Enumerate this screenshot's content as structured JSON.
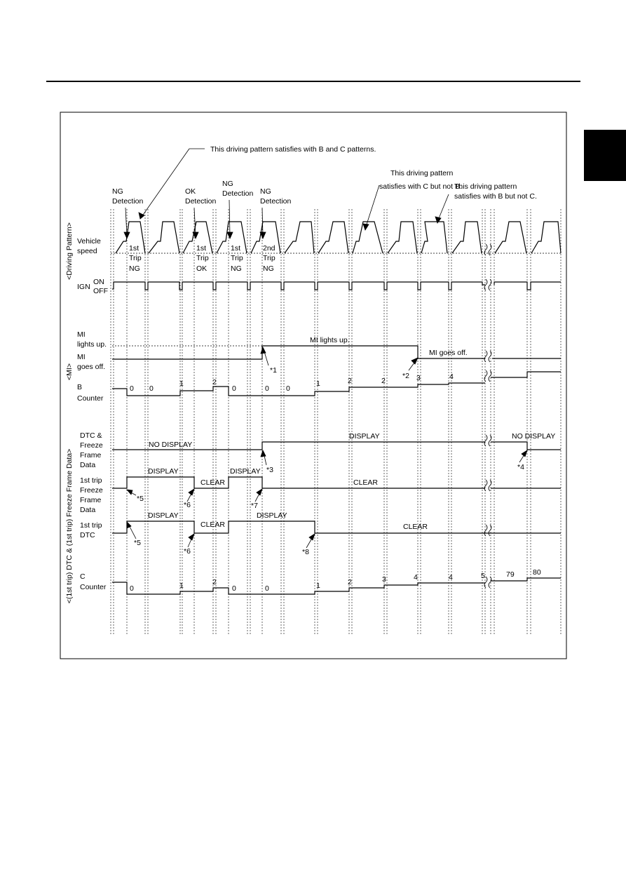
{
  "sections": {
    "driving_pattern": "<Driving Pattern>",
    "mi": "<MI>",
    "dtc_freeze": "<(1st trip) DTC & (1st trip) Freeze Frame Data>"
  },
  "row_labels": {
    "vehicle_speed": [
      "Vehicle",
      "speed"
    ],
    "ign": "IGN",
    "ign_on": "ON",
    "ign_off": "OFF",
    "mi_lights_up": [
      "MI",
      "lights up."
    ],
    "mi_goes_off": [
      "MI",
      "goes off."
    ],
    "b_counter": [
      "B",
      "Counter"
    ],
    "dtc_freeze": [
      "DTC &",
      "Freeze",
      "Frame",
      "Data"
    ],
    "first_trip_freeze": [
      "1st trip",
      "Freeze",
      "Frame",
      "Data"
    ],
    "first_trip_dtc": [
      "1st trip",
      "DTC"
    ],
    "c_counter": [
      "C",
      "Counter"
    ]
  },
  "callouts": {
    "bc": "This driving pattern satisfies with B and C patterns.",
    "c_not_b": [
      "This driving pattern",
      "satisfies with C but not B."
    ],
    "b_not_c": [
      "This driving pattern",
      "satisfies with B but not C."
    ]
  },
  "detections": [
    [
      "NG",
      "Detection"
    ],
    [
      "OK",
      "Detection"
    ],
    [
      "NG",
      "Detection"
    ],
    [
      "NG",
      "Detection"
    ]
  ],
  "trips": [
    [
      "1st",
      "Trip",
      "NG"
    ],
    [
      "1st",
      "Trip",
      "OK"
    ],
    [
      "1st",
      "Trip",
      "NG"
    ],
    [
      "2nd",
      "Trip",
      "NG"
    ]
  ],
  "states": {
    "mi_lights_up": "MI lights up.",
    "mi_goes_off": "MI goes off.",
    "no_display": "NO DISPLAY",
    "display": "DISPLAY",
    "clear": "CLEAR"
  },
  "b_counter_values": [
    "0",
    "0",
    "1",
    "2",
    "0",
    "0",
    "0",
    "1",
    "2",
    "2",
    "3",
    "4"
  ],
  "c_counter_values": [
    "0",
    "1",
    "2",
    "0",
    "0",
    "1",
    "2",
    "3",
    "4",
    "4",
    "5",
    "79",
    "80"
  ],
  "notes": [
    "*1",
    "*2",
    "*3",
    "*4",
    "*5",
    "*6",
    "*7",
    "*8",
    "*5",
    "*6"
  ]
}
